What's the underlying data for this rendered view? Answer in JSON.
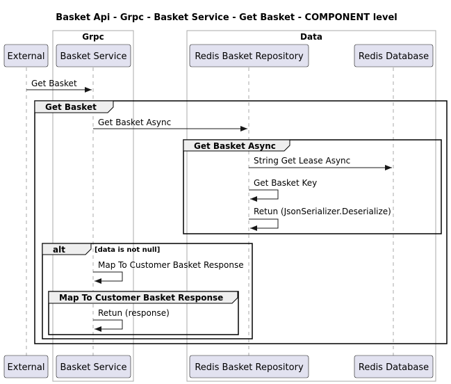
{
  "diagram": {
    "title": "Basket Api - Grpc - Basket Service - Get Basket - COMPONENT level",
    "boxes": [
      {
        "name": "Grpc"
      },
      {
        "name": "Data"
      }
    ],
    "participants": [
      {
        "name": "External"
      },
      {
        "name": "Basket Service"
      },
      {
        "name": "Redis Basket Repository"
      },
      {
        "name": "Redis Database"
      }
    ],
    "messages": [
      {
        "from": "External",
        "to": "Basket Service",
        "label": "Get Basket"
      },
      {
        "from": "Basket Service",
        "to": "Redis Basket Repository",
        "label": "Get Basket Async"
      },
      {
        "from": "Redis Basket Repository",
        "to": "Redis Database",
        "label": "String Get Lease Async"
      },
      {
        "from": "Redis Basket Repository",
        "to": "Redis Basket Repository",
        "label": "Get Basket Key"
      },
      {
        "from": "Redis Basket Repository",
        "to": "Redis Basket Repository",
        "label": "Retun (JsonSerializer.Deserialize)"
      },
      {
        "from": "Basket Service",
        "to": "Basket Service",
        "label": "Map To Customer Basket Response"
      },
      {
        "from": "Basket Service",
        "to": "Basket Service",
        "label": "Retun (response)"
      }
    ],
    "fragments": [
      {
        "label": "Get Basket"
      },
      {
        "label": "Get Basket Async"
      },
      {
        "label": "alt",
        "guard": "[data is not null]"
      },
      {
        "label": "Map To Customer Basket Response"
      }
    ]
  }
}
